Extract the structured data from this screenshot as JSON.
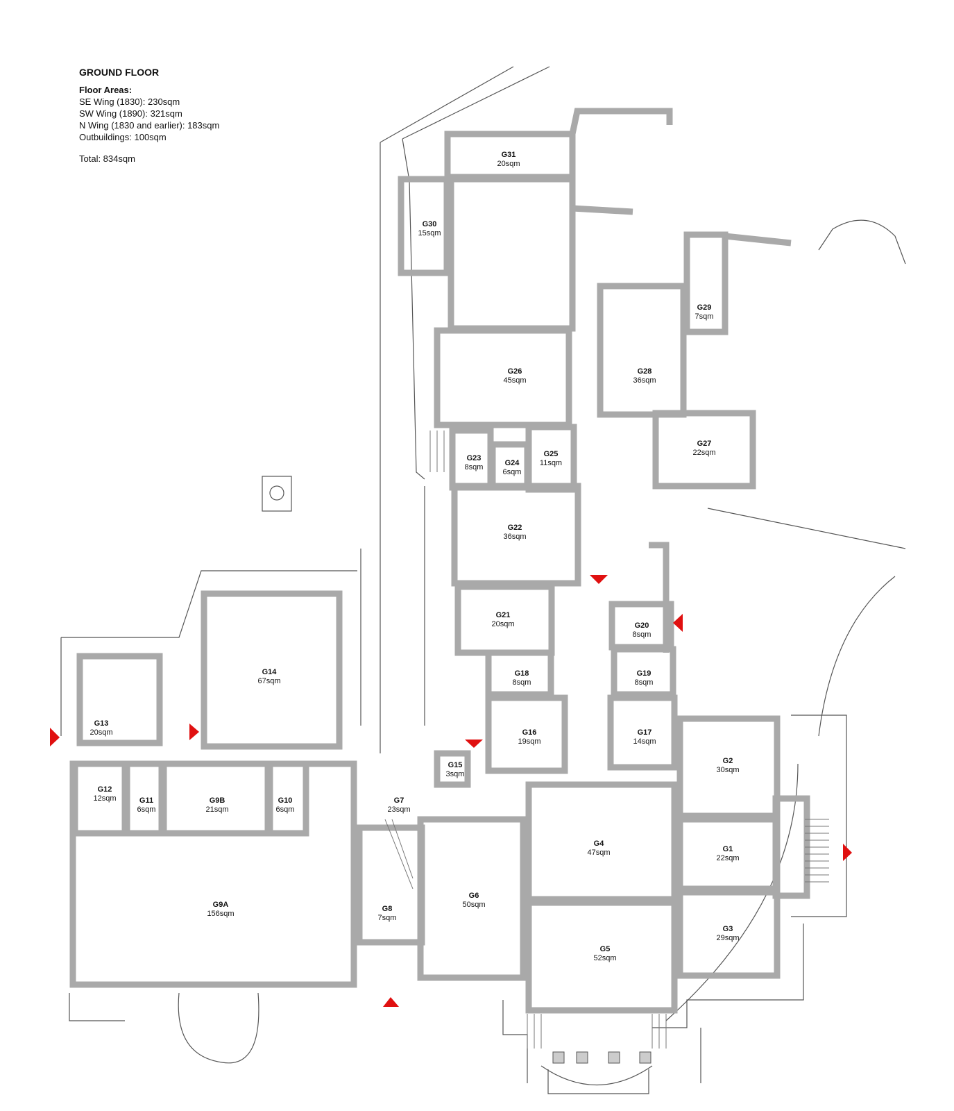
{
  "legend": {
    "title": "GROUND FLOOR",
    "subtitle": "Floor Areas:",
    "lines": [
      "SE Wing (1830): 230sqm",
      "SW Wing (1890): 321sqm",
      "N Wing (1830 and earlier): 183sqm",
      "Outbuildings: 100sqm"
    ],
    "total": "Total: 834sqm"
  },
  "rooms": [
    {
      "id": "G1",
      "area": "22sqm"
    },
    {
      "id": "G2",
      "area": "30sqm"
    },
    {
      "id": "G3",
      "area": "29sqm"
    },
    {
      "id": "G4",
      "area": "47sqm"
    },
    {
      "id": "G5",
      "area": "52sqm"
    },
    {
      "id": "G6",
      "area": "50sqm"
    },
    {
      "id": "G7",
      "area": "23sqm"
    },
    {
      "id": "G8",
      "area": "7sqm"
    },
    {
      "id": "G9A",
      "area": "156sqm"
    },
    {
      "id": "G9B",
      "area": "21sqm"
    },
    {
      "id": "G10",
      "area": "6sqm"
    },
    {
      "id": "G11",
      "area": "6sqm"
    },
    {
      "id": "G12",
      "area": "12sqm"
    },
    {
      "id": "G13",
      "area": "20sqm"
    },
    {
      "id": "G14",
      "area": "67sqm"
    },
    {
      "id": "G15",
      "area": "3sqm"
    },
    {
      "id": "G16",
      "area": "19sqm"
    },
    {
      "id": "G17",
      "area": "14sqm"
    },
    {
      "id": "G18",
      "area": "8sqm"
    },
    {
      "id": "G19",
      "area": "8sqm"
    },
    {
      "id": "G20",
      "area": "8sqm"
    },
    {
      "id": "G21",
      "area": "20sqm"
    },
    {
      "id": "G22",
      "area": "36sqm"
    },
    {
      "id": "G23",
      "area": "8sqm"
    },
    {
      "id": "G24",
      "area": "6sqm"
    },
    {
      "id": "G25",
      "area": "11sqm"
    },
    {
      "id": "G26",
      "area": "45sqm"
    },
    {
      "id": "G27",
      "area": "22sqm"
    },
    {
      "id": "G28",
      "area": "36sqm"
    },
    {
      "id": "G29",
      "area": "7sqm"
    },
    {
      "id": "G30",
      "area": "15sqm"
    },
    {
      "id": "G31",
      "area": "20sqm"
    }
  ],
  "colors": {
    "wall": "#a9a9a9",
    "line": "#555555",
    "entrance_marker": "#e01010"
  }
}
